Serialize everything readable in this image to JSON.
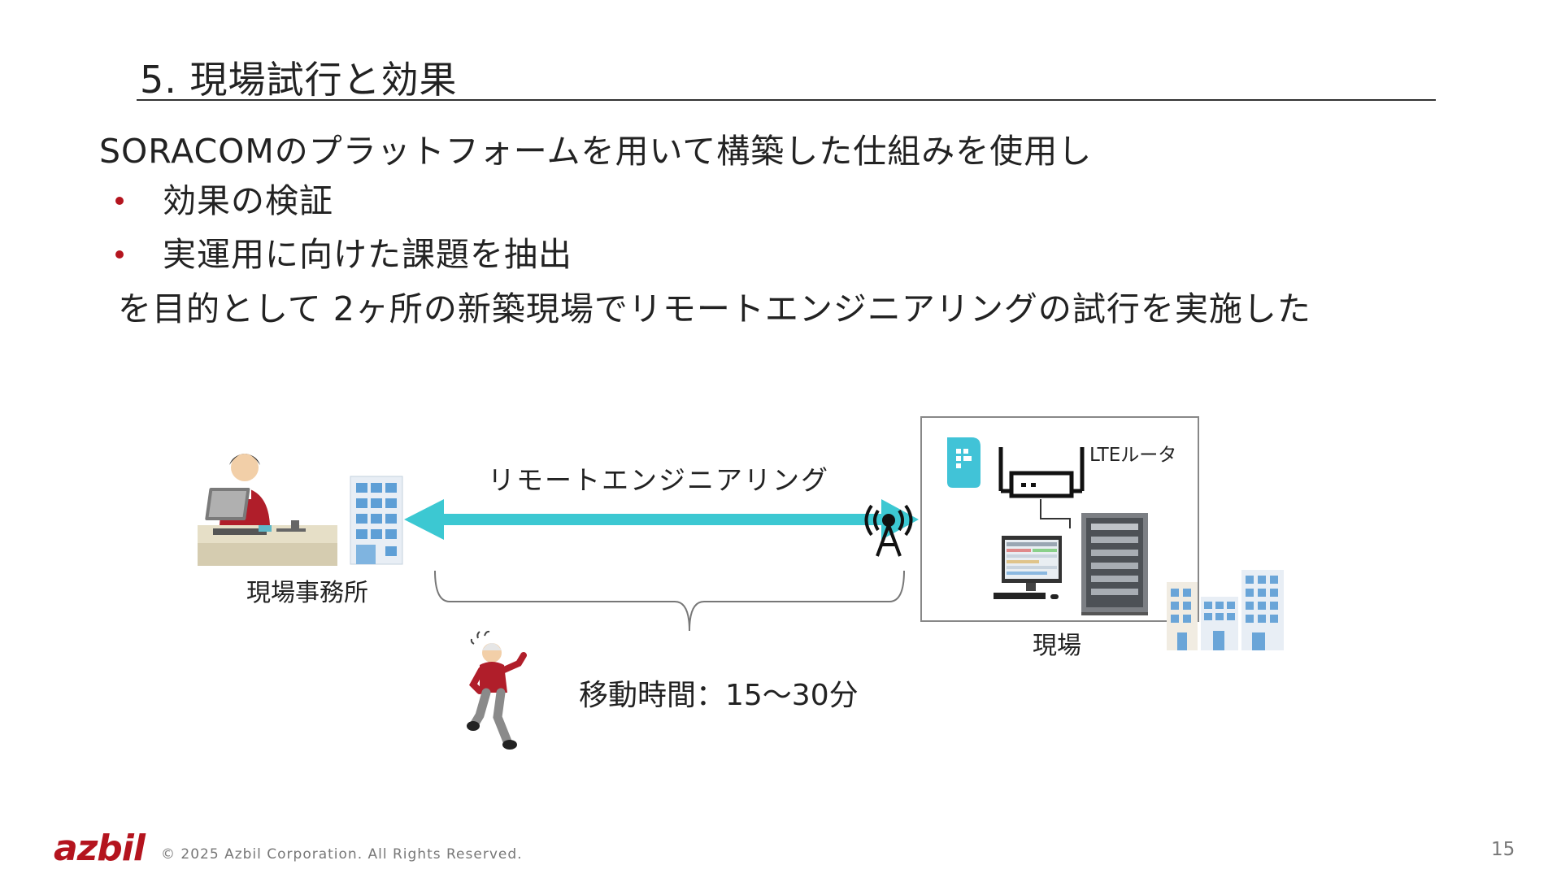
{
  "slide": {
    "title": "5. 現場試行と効果",
    "intro": "SORACOMのプラットフォームを用いて構築した仕組みを使用し",
    "bullets": [
      "効果の検証",
      "実運用に向けた課題を抽出"
    ],
    "purpose": "を目的として 2ヶ所の新築現場でリモートエンジニアリングの試行を実施した",
    "page_number": "15"
  },
  "diagram": {
    "remote_label": "リモートエンジニアリング",
    "office_label": "現場事務所",
    "site_label": "現場",
    "travel_label": "移動時間：15～30分",
    "router_label": "LTEルータ"
  },
  "footer": {
    "logo": "azbil",
    "copyright": "© 2025 Azbil Corporation. All Rights Reserved."
  },
  "colors": {
    "accent_red": "#b4141e",
    "arrow_cyan": "#3cc8d2",
    "sim_cyan": "#41c3d7"
  },
  "icons": [
    "office-worker-icon",
    "office-building-icon",
    "antenna-tower-icon",
    "sim-card-icon",
    "lte-router-icon",
    "monitor-icon",
    "control-panel-icon",
    "running-worker-icon",
    "site-buildings-icon"
  ]
}
